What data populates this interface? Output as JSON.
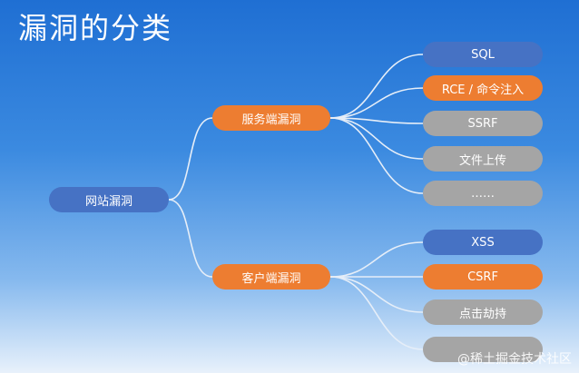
{
  "title": "漏洞的分类",
  "root": "网站漏洞",
  "categories": [
    {
      "label": "服务端漏洞",
      "children": [
        "SQL",
        "RCE / 命令注入",
        "SSRF",
        "文件上传",
        "……"
      ]
    },
    {
      "label": "客户端漏洞",
      "children": [
        "XSS",
        "CSRF",
        "点击劫持",
        ""
      ]
    }
  ],
  "watermark": "@稀土掘金技术社区",
  "colors": {
    "blue": "#4672c4",
    "orange": "#ed7d31",
    "gray": "#a5a5a5",
    "connector": "#e6eef8"
  }
}
